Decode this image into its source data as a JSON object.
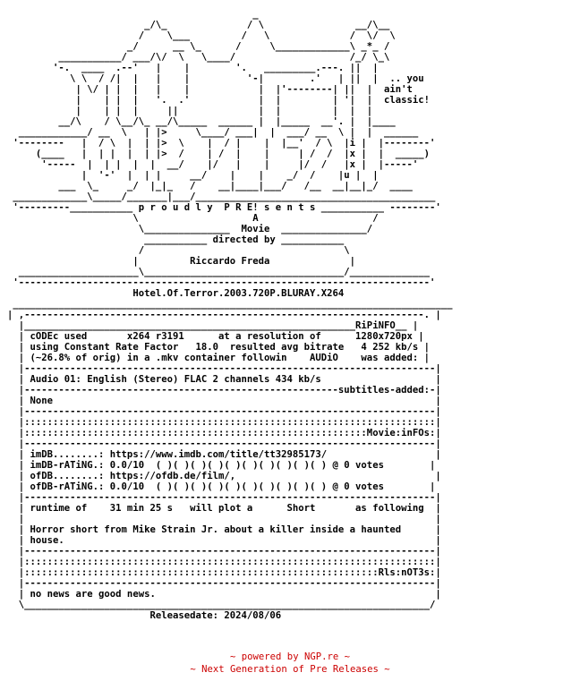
{
  "colors": {
    "text": "#000000",
    "footer_text": "#cc0000",
    "background": "#ffffff"
  },
  "nfo": {
    "lines": [
      "                                           _                          ",
      "                        _/\\_              / \\                __/\\__  ",
      "                       /    \\___         /   \\              /  \\/  \\",
      "                     _/      __ \\_      /     \\_____________\\ _*_ /",
      "         ___________/ ___/\\/  \\   \\____/                    /_/ \\_\\",
      "        '-.  ____  .--'   |    |        '.   _________.---. ||  |",
      "           \\ \\  / /|  |   |    |          '-|        .'   | ||  |  .. you",
      "            | \\/ | |  |   |    |            |  |'--------| ||  |  ain't",
      "            |    | |  |   '.  .'            |  |         | '|  |  classic!",
      "            |    | |  |     ||              |  |         |  |  |",
      "         __/\\    / \\__/\\_ __/\\_____  ______ |  |_____  __'. |  |____",
      "  ____________/ __  \\   | |>     \\____/ ___|  |  ___/ __  \\ |  |  ______",
      " '--------   |  / \\  |  | |>  \\    |  / |    |  |__'  / \\  |i |  |--------'",
      "     (____   |  | |  |  | |>  /    | /  |    |     | /  /  |x |  |  _____)",
      "      '-----  |  | |  |  |  __/    |/   |    |     |/  /   |x |  |-----'",
      "             |  '-'  |  | |     __/    |    |    _/  /    |u |  |",
      "         ___  \\_     _/  |_|_   /    __|____|___/   /__  __|__|_/  ____",
      " _____________\\_____/_______|___/__________________________________________",
      " '---------___________ p r o u d l y  P R E! s e n t s ___________ --------'",
      "                      \\                    A                    /",
      "                       \\_______________  Movie  _______________/",
      "                        ___________ directed by ___________",
      "                       /                                   \\",
      "                      |         Riccardo Freda              |",
      "  _____________________\\___________________________________/______________",
      " '------------------------------------------------------------------------'",
      "                      Hotel.Of.Terror.2003.720P.BLURAY.X264",
      " _____________________________________________________________________________",
      "| ,----------------------------------------------------------------------. |",
      "  |__________________________________________________________RiPiNFO__ |",
      "  | cODEc used       x264 r3191      at a resolution of      1280x720px |",
      "  | using Constant Rate Factor   18.0  resulted avg bitrate   4 252 kb/s |",
      "  | (~26.8% of orig) in a .mkv container followin    AUDiO    was added: |",
      "  |------------------------------------------------------------------------|",
      "  | Audio 01: English (Stereo) FLAC 2 channels 434 kb/s                    |",
      "  |-------------------------------------------------------subtitles-added:-|",
      "  | None                                                                   |",
      "  |------------------------------------------------------------------------|",
      "  |::::::::::::::::::::::::::::::::::::::::::::::::::::::::::::::::::::::::|",
      "  |::::::::::::::::::::::::::::::::::::::::::::::::::::::::::::Movie:inFOs:|",
      "  |------------------------------------------------------------------------|",
      "  | imDB........: https://www.imdb.com/title/tt32985173/                   |",
      "  | imDB-rATiNG.: 0.0/10  ( )( )( )( )( )( )( )( )( )( ) @ 0 votes        |",
      "  | ofDB........: https://ofdb.de/film/,                                   |",
      "  | ofDB-rATiNG.: 0.0/10  ( )( )( )( )( )( )( )( )( )( ) @ 0 votes        |",
      "  |------------------------------------------------------------------------|",
      "  | runtime of    31 min 25 s   will plot a      Short       as following  |",
      "  |                                                                        |",
      "  | Horror short from Mike Strain Jr. about a killer inside a haunted      |",
      "  | house.                                                                 |",
      "  |------------------------------------------------------------------------|",
      "  |::::::::::::::::::::::::::::::::::::::::::::::::::::::::::::::::::::::::|",
      "  |::::::::::::::::::::::::::::::::::::::::::::::::::::::::::::::Rls:nOT3s:|",
      "  |------------------------------------------------------------------------|",
      "  | no news are good news.                                                 |",
      "  \\_______________________________________________________________________/",
      "                         Releasedate: 2024/08/06"
    ]
  },
  "footer": {
    "powered_by": "~ powered by NGP.re ~",
    "tagline": "~ Next Generation of Pre Releases ~"
  }
}
